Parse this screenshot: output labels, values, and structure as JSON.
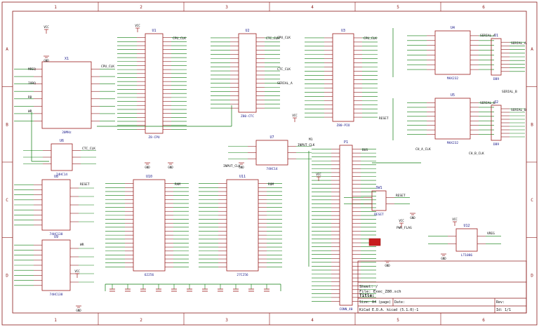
{
  "colors": {
    "frame": "#8b1a1a",
    "wire": "#0b7a0b",
    "comp": "#9b1c1c",
    "pin": "#8a1c1c",
    "label": "#111111",
    "net": "#0a0a0a",
    "ref": "#1a1a8a",
    "background": "#ffffff",
    "flag_fill": "#c81e1e"
  },
  "frame": {
    "col_marks": [
      "1",
      "2",
      "3",
      "4",
      "5",
      "6"
    ],
    "row_marks": [
      "A",
      "B",
      "C",
      "D"
    ]
  },
  "power": {
    "vcc": "VCC",
    "gnd": "GND"
  },
  "components": [
    {
      "ref": "X1",
      "value": "20MHz",
      "label": "CPU_CLK"
    },
    {
      "ref": "U1",
      "value": "Z8-CPU",
      "label": "CPU_CLK"
    },
    {
      "ref": "U2",
      "value": "Z80-CTC",
      "label": "CTC_CLK"
    },
    {
      "ref": "U3",
      "value": "Z80-PIO",
      "label": "CPU_CLK"
    },
    {
      "ref": "U4",
      "value": "MAX232",
      "label": "SERIAL_A"
    },
    {
      "ref": "U5",
      "value": "MAX232",
      "label": "SERIAL_B"
    },
    {
      "ref": "U6",
      "value": "74HC14",
      "label": "CTC_CLK"
    },
    {
      "ref": "U7",
      "value": "74HC14",
      "label": "INPUT_CLK"
    },
    {
      "ref": "U8",
      "value": "74HC138",
      "label": "RESET"
    },
    {
      "ref": "U9",
      "value": "74HC138",
      "label": "WR"
    },
    {
      "ref": "U10",
      "value": "62256",
      "label": "RAM"
    },
    {
      "ref": "U11",
      "value": "27C256",
      "label": "ROM"
    },
    {
      "ref": "U12",
      "value": "LT1086",
      "label": "VREG"
    },
    {
      "ref": "J1",
      "value": "DB9",
      "label": "SERIAL_A"
    },
    {
      "ref": "J2",
      "value": "DB9",
      "label": "SERIAL_B"
    },
    {
      "ref": "P1",
      "value": "CONN_40",
      "label": "BUS"
    },
    {
      "ref": "SW1",
      "value": "RESET",
      "label": "RESET"
    }
  ],
  "nets": [
    "CPU_CLK",
    "CTC_CLK",
    "RESET",
    "INPUT_CLK",
    "CH_A_CLK",
    "CH_B_CLK",
    "PWR_FLAG",
    "SERIAL_A",
    "SERIAL_B",
    "MREQ",
    "IORQ",
    "RD",
    "WR",
    "M1"
  ],
  "title_block": {
    "sheet": "Sheet: /",
    "file": "File: Exec_Z80.sch",
    "title": "Title:",
    "size": "Size: A4 (page)",
    "date": "Date:",
    "tool": "KiCad E.D.A.  kicad (5.1.0)-1",
    "rev": "Rev:",
    "id": "Id: 1/1"
  }
}
